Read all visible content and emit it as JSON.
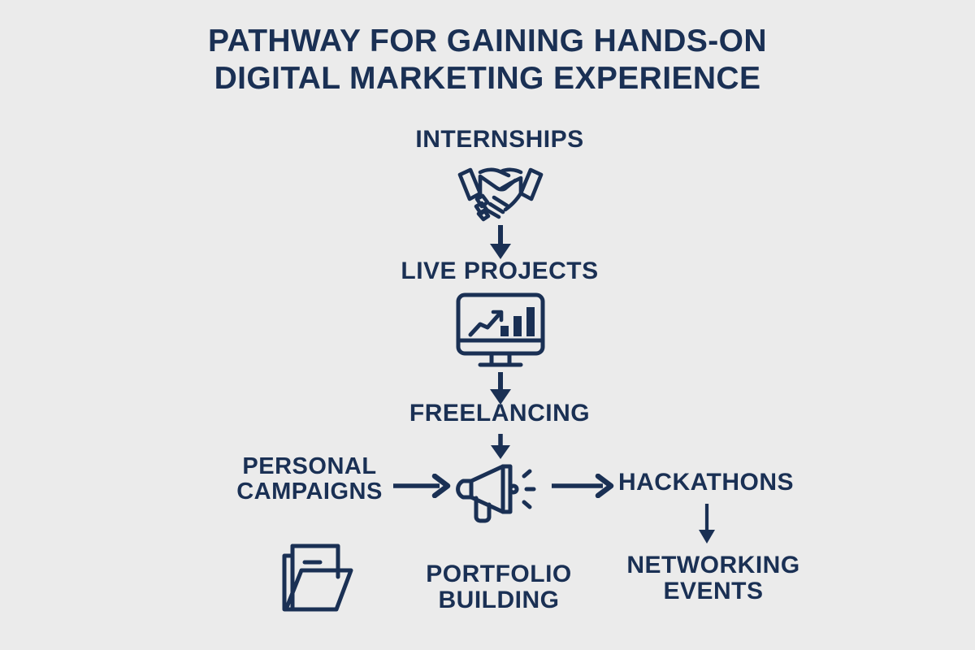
{
  "title": "PATHWAY FOR GAINING HANDS-ON\nDIGITAL MARKETING EXPERIENCE",
  "colors": {
    "background": "#ebebeb",
    "ink": "#1a3054"
  },
  "diagram": {
    "type": "flowchart",
    "nodes": [
      {
        "id": "internships",
        "label": "INTERNSHIPS",
        "icon": "handshake-icon"
      },
      {
        "id": "live-projects",
        "label": "LIVE PROJECTS",
        "icon": "monitor-chart-icon"
      },
      {
        "id": "freelancing",
        "label": "FREELANCING",
        "icon": "megaphone-icon"
      },
      {
        "id": "personal",
        "label": "PERSONAL\nCAMPAIGNS",
        "icon": ""
      },
      {
        "id": "hackathons",
        "label": "HACKATHONS",
        "icon": ""
      },
      {
        "id": "networking",
        "label": "NETWORKING\nEVENTS",
        "icon": ""
      },
      {
        "id": "portfolio",
        "label": "PORTFOLIO\nBUILDING",
        "icon": "folder-icon"
      }
    ],
    "edges": [
      {
        "from": "internships",
        "to": "live-projects",
        "direction": "down"
      },
      {
        "from": "live-projects",
        "to": "freelancing",
        "direction": "down"
      },
      {
        "from": "freelancing",
        "to": "megaphone",
        "direction": "down"
      },
      {
        "from": "personal",
        "to": "freelancing",
        "direction": "right"
      },
      {
        "from": "freelancing",
        "to": "hackathons",
        "direction": "right"
      },
      {
        "from": "hackathons",
        "to": "networking",
        "direction": "down"
      }
    ]
  },
  "icons": {
    "handshake": "handshake-icon",
    "monitor": "monitor-chart-icon",
    "megaphone": "megaphone-icon",
    "folder": "folder-icon"
  }
}
